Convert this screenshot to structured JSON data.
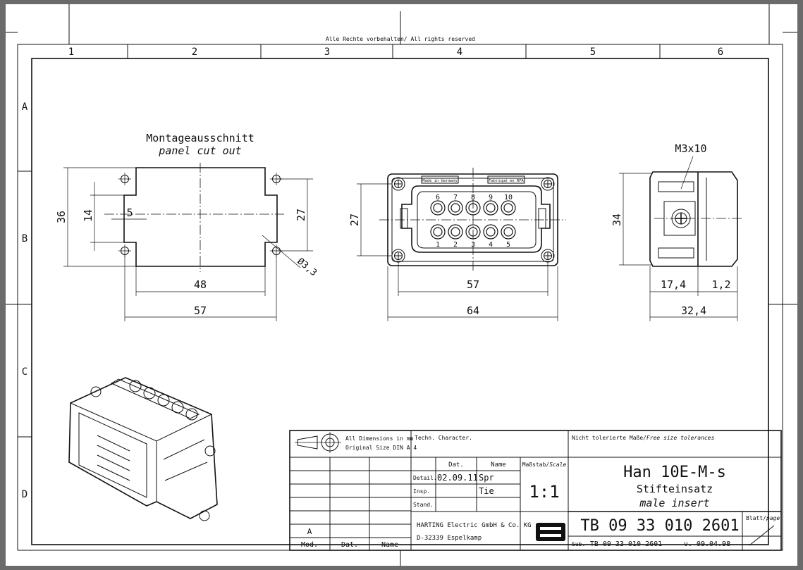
{
  "header": {
    "rights": "Alle Rechte vorbehalten/ All rights reserved"
  },
  "frame": {
    "columns": [
      "1",
      "2",
      "3",
      "4",
      "5",
      "6"
    ],
    "rows": [
      "A",
      "B",
      "C",
      "D"
    ]
  },
  "cutout": {
    "title_de": "Montageausschnitt",
    "title_en": "panel cut out",
    "dim_height": "36",
    "dim_inner": "14",
    "dim_5": "5",
    "dim_27": "27",
    "dim_48": "48",
    "dim_57": "57",
    "dim_hole": "Ø3,3"
  },
  "front": {
    "label_de_made": "Made in Germany",
    "label_fab": "Fabriqué en RFA",
    "pins_top": [
      "6",
      "7",
      "8",
      "9",
      "10"
    ],
    "pins_bottom": [
      "1",
      "2",
      "3",
      "4",
      "5"
    ],
    "dim_27": "27",
    "dim_57": "57",
    "dim_64": "64"
  },
  "side": {
    "screw": "M3x10",
    "dim_34": "34",
    "dim_17_4": "17,4",
    "dim_1_2": "1,2",
    "dim_32_4": "32,4"
  },
  "title_block": {
    "all_dims_1": "All Dimensions in mm",
    "all_dims_2": "Original Size DIN A 4",
    "techn": "Techn. Character.",
    "tolerance_de": "Nicht tolerierte Maße/",
    "tolerance_en": "Free size tolerances",
    "col_dat": "Dat.",
    "col_name": "Name",
    "scale_de": "Maßstab/",
    "scale_en": "Scale",
    "detail": "Detail.",
    "detail_date": "02.09.11",
    "detail_name": "Spr",
    "insp": "Insp.",
    "insp_name": "Tie",
    "stand": "Stand.",
    "scale": "1:1",
    "product": "Han 10E-M-s",
    "desc_de": "Stifteinsatz",
    "desc_en": "male insert",
    "rev": "A",
    "mod": "Mod.",
    "dat": "Dat.",
    "name": "Name",
    "company": "HARTING Electric GmbH & Co. KG",
    "address": "D-32339 Espelkamp",
    "logo": "HARTING",
    "drawing_no": "TB 09 33 010 2601",
    "blatt_de": "Blatt/",
    "blatt_en": "page",
    "sub_label": "Sub.",
    "sub_no": "TB 09 33 010 2601",
    "version": "v. 09.04.98"
  }
}
